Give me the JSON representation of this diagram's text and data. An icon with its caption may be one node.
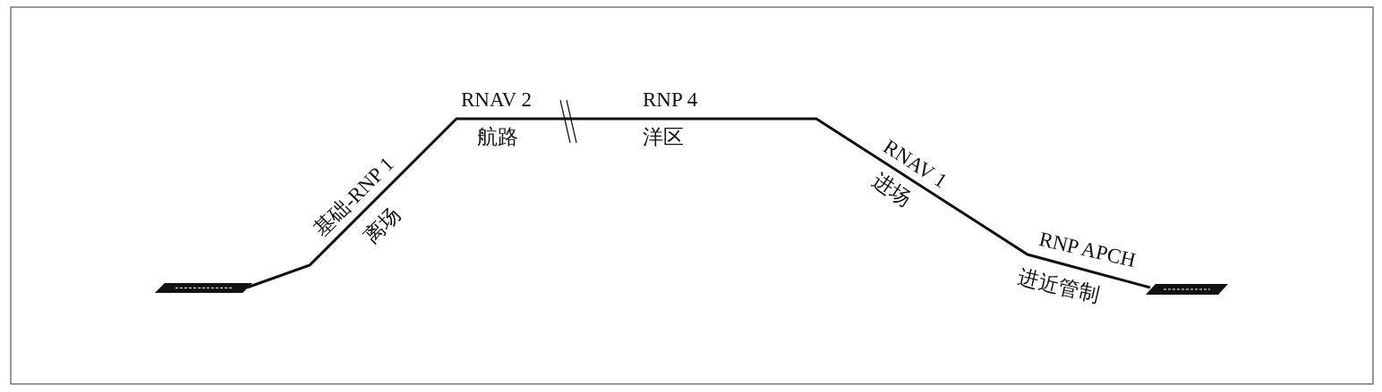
{
  "diagram": {
    "labels": [
      "RNAV 2",
      "航路",
      "RNP 4",
      "洋区",
      "基础-RNP 1",
      "离场",
      "RNAV 1",
      "进场",
      "RNP APCH",
      "进近管制"
    ]
  }
}
